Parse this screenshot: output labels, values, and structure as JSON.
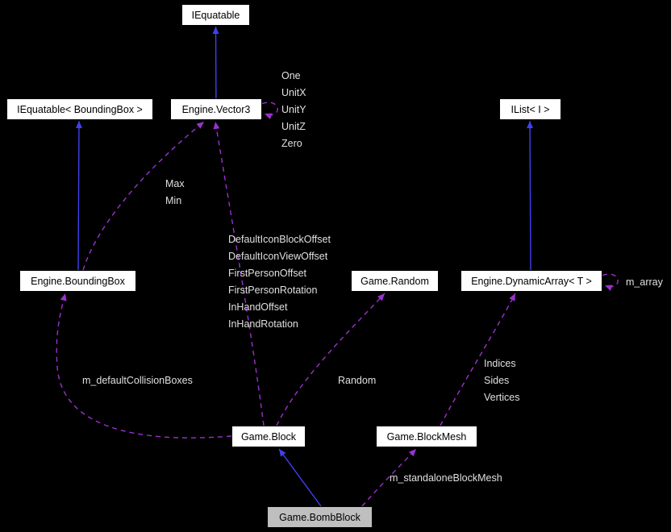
{
  "nodes": {
    "iequatable": {
      "label": "IEquatable"
    },
    "iequatable_boundingbox": {
      "label": "IEquatable< BoundingBox >"
    },
    "vector3": {
      "label": "Engine.Vector3"
    },
    "ilist_t": {
      "label": "IList< I >"
    },
    "boundingbox": {
      "label": "Engine.BoundingBox"
    },
    "random": {
      "label": "Game.Random"
    },
    "dynamicarray_t": {
      "label": "Engine.DynamicArray< T >"
    },
    "block": {
      "label": "Game.Block"
    },
    "blockmesh": {
      "label": "Game.BlockMesh"
    },
    "bombblock": {
      "label": "Game.BombBlock"
    }
  },
  "edge_labels": {
    "vector3_self": [
      "One",
      "UnitX",
      "UnitY",
      "UnitZ",
      "Zero"
    ],
    "boundingbox_vector3": [
      "Max",
      "Min"
    ],
    "block_vector3": [
      "DefaultIconBlockOffset",
      "DefaultIconViewOffset",
      "FirstPersonOffset",
      "FirstPersonRotation",
      "InHandOffset",
      "InHandRotation"
    ],
    "block_boundingbox": "m_defaultCollisionBoxes",
    "block_random": "Random",
    "blockmesh_dynamicarray": [
      "Indices",
      "Sides",
      "Vertices"
    ],
    "dynamicarray_self": "m_array",
    "bombblock_blockmesh": "m_standaloneBlockMesh"
  },
  "colors": {
    "background": "#000000",
    "node_fill": "#ffffff",
    "node_border": "#000000",
    "node_text": "#000000",
    "highlight_fill": "#bfbfbf",
    "inheritance": "#4040f0",
    "usage": "#9a32cd",
    "edge_label_text": "#e0e0e0"
  }
}
